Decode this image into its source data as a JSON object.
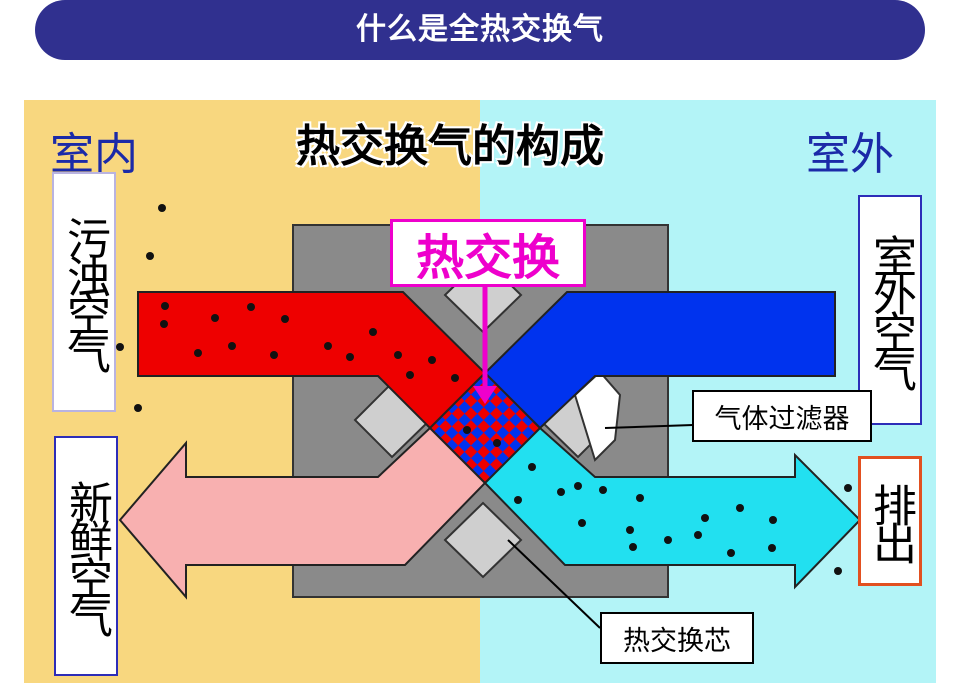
{
  "header": {
    "title": "什么是全热交换气"
  },
  "diagram": {
    "title": "热交换气的构成",
    "indoor_label": "室内",
    "outdoor_label": "室外",
    "heat_exchange_label": "热交换",
    "stream_labels": {
      "dirty_air": "污浊空气",
      "fresh_air": "新鲜空气",
      "outdoor_air": "室外空气",
      "exhaust": "排出"
    },
    "callouts": {
      "filter": "气体过滤器",
      "core": "热交换芯"
    }
  },
  "colors": {
    "banner": "#30308f",
    "indoor": "#f8d77f",
    "outdoor": "#b3f4f7",
    "dirty_stream": "#ee0000",
    "outdoor_stream": "#0033ee",
    "fresh_stream": "#f8b0b0",
    "exhaust_stream": "#22e0f0",
    "accent": "#ee00cc"
  }
}
